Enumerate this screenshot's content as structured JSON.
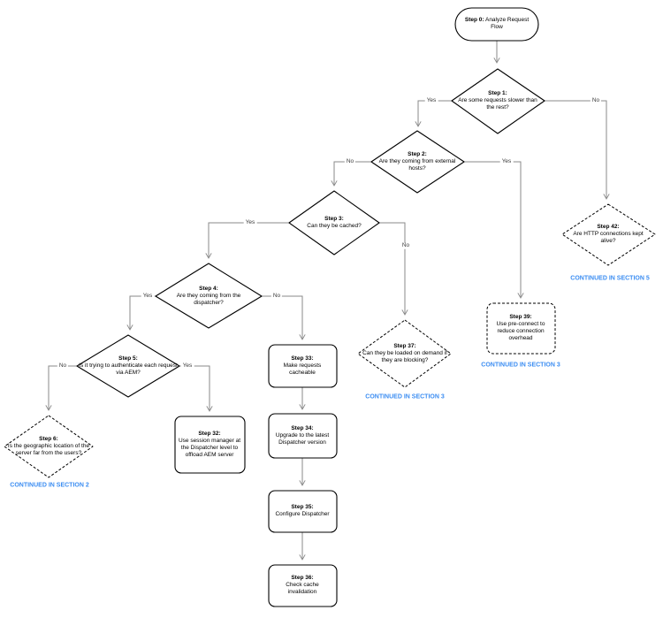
{
  "diagram": {
    "nodes": {
      "step0": {
        "type": "terminator",
        "step": "Step 0:",
        "text": "Analyze Request Flow"
      },
      "step1": {
        "type": "decision",
        "step": "Step 1:",
        "text": "Are some requests slower than the rest?"
      },
      "step2": {
        "type": "decision",
        "step": "Step 2:",
        "text": "Are they coming from external hosts?"
      },
      "step3": {
        "type": "decision",
        "step": "Step 3:",
        "text": "Can they be cached?"
      },
      "step4": {
        "type": "decision",
        "step": "Step 4:",
        "text": "Are they coming from the dispatcher?"
      },
      "step5": {
        "type": "decision",
        "step": "Step 5:",
        "text": "Is it trying to authenticate each request via AEM?"
      },
      "step6": {
        "type": "decision-dashed",
        "step": "Step 6:",
        "text": "Is the geographic location of the server far from the users?",
        "continued": "CONTINUED IN SECTION 2"
      },
      "step32": {
        "type": "process",
        "step": "Step 32:",
        "text": "Use session manager at the Dispatcher level to offload AEM server"
      },
      "step33": {
        "type": "process",
        "step": "Step 33:",
        "text": "Make requests cacheable"
      },
      "step34": {
        "type": "process",
        "step": "Step 34:",
        "text": "Upgrade to the latest Dispatcher version"
      },
      "step35": {
        "type": "process",
        "step": "Step 35:",
        "text": "Configure Dispatcher"
      },
      "step36": {
        "type": "process",
        "step": "Step 36:",
        "text": "Check cache invalidation"
      },
      "step37": {
        "type": "decision-dashed",
        "step": "Step 37:",
        "text": "Can they be loaded on demand if they are blocking?",
        "continued": "CONTINUED IN SECTION 3"
      },
      "step39": {
        "type": "process-dashed",
        "step": "Step 39:",
        "text": "Use pre-connect to reduce connection overhead",
        "continued": "CONTINUED IN SECTION 3"
      },
      "step42": {
        "type": "decision-dashed",
        "step": "Step 42:",
        "text": "Are HTTP connections kept alive?",
        "continued": "CONTINUED IN SECTION 5"
      }
    },
    "edge_labels": {
      "step1_yes": "Yes",
      "step1_no": "No",
      "step2_no": "No",
      "step2_yes": "Yes",
      "step3_yes": "Yes",
      "step3_no": "No",
      "step4_yes": "Yes",
      "step4_no": "No",
      "step5_no": "No",
      "step5_yes": "Yes"
    },
    "colors": {
      "shape_border": "#000000",
      "connector": "#8a8a8a",
      "continued_text": "#3b8df2",
      "node_text": "#000000",
      "background": "#ffffff"
    }
  }
}
